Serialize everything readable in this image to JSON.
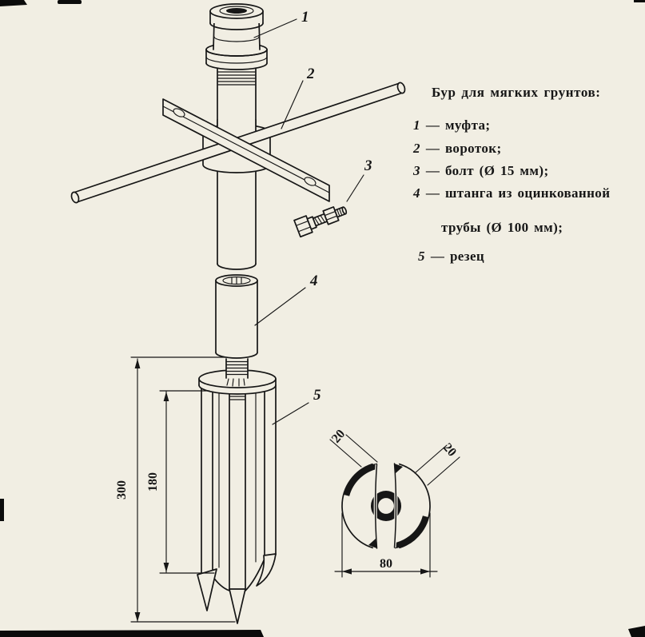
{
  "colors": {
    "paper": "#f1eee3",
    "ink": "#161616",
    "artifact": "#0b0b0b"
  },
  "legend": {
    "title": "Бур для мягких грунтов:",
    "items": [
      {
        "num": "1",
        "text": "— муфта;"
      },
      {
        "num": "2",
        "text": "— вороток;"
      },
      {
        "num": "3",
        "text": "— болт (Ø 15 мм);"
      },
      {
        "num": "4",
        "text": "— штанга из оцинкованной",
        "text2": "трубы (Ø 100 мм);"
      },
      {
        "num": "5",
        "text": "— резец"
      }
    ]
  },
  "callouts": {
    "c1": "1",
    "c2": "2",
    "c3": "3",
    "c4": "4",
    "c5": "5"
  },
  "dimensions": {
    "overall_height": "300",
    "blade_height": "180",
    "lip_left": "20",
    "lip_right": "20",
    "diameter": "80"
  }
}
